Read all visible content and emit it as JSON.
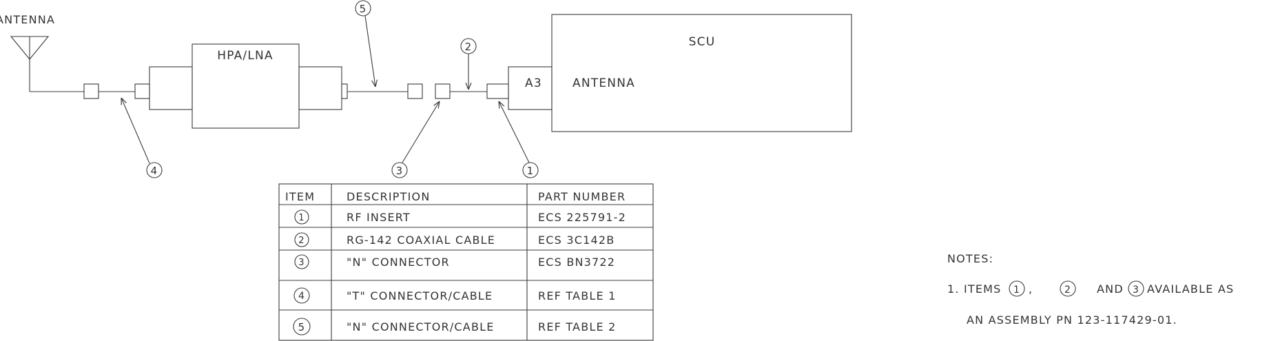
{
  "colors": {
    "line": "#3a3a3a",
    "text": "#333333",
    "background": "#ffffff"
  },
  "diagram": {
    "antenna_label": "ANTENNA",
    "hpa_label": "HPA/LNA",
    "scu_label": "SCU",
    "scu_port_label": "A3",
    "scu_antenna_label": "ANTENNA",
    "callouts": [
      "1",
      "2",
      "3",
      "4",
      "5"
    ]
  },
  "parts_table": {
    "headers": {
      "item": "ITEM",
      "description": "DESCRIPTION",
      "part_number": "PART NUMBER"
    },
    "rows": [
      {
        "item": "1",
        "description": "RF INSERT",
        "part_number": "ECS 225791-2"
      },
      {
        "item": "2",
        "description": "RG-142 COAXIAL CABLE",
        "part_number": "ECS 3C142B"
      },
      {
        "item": "3",
        "description": "\"N\" CONNECTOR",
        "part_number": "ECS BN3722"
      },
      {
        "item": "4",
        "description": "\"T\" CONNECTOR/CABLE",
        "part_number": "REF TABLE 1"
      },
      {
        "item": "5",
        "description": "\"N\" CONNECTOR/CABLE",
        "part_number": "REF TABLE 2"
      }
    ]
  },
  "notes": {
    "title": "NOTES:",
    "note1": {
      "prefix": "1. ITEMS",
      "item_a": "1",
      "sep": ",",
      "item_b": "2",
      "and": "AND",
      "item_c": "3",
      "suffix": "AVAILABLE AS",
      "line2": "AN ASSEMBLY PN 123-117429-01."
    }
  }
}
